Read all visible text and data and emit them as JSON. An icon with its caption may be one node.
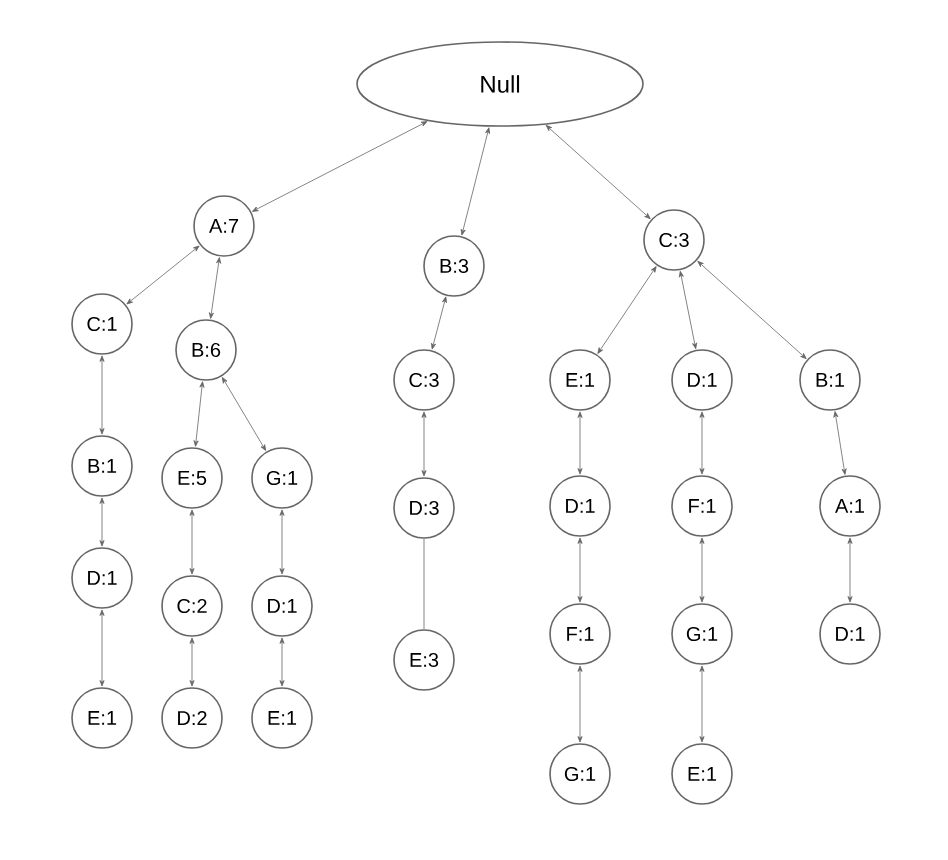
{
  "diagram": {
    "nodes": [
      {
        "text": [
          "Null"
        ]
      },
      {
        "text": [
          "A:7"
        ]
      },
      {
        "text": [
          "C:1"
        ]
      },
      {
        "text": [
          "B:1"
        ]
      },
      {
        "text": [
          "D:1"
        ]
      },
      {
        "text": [
          "E:1"
        ]
      },
      {
        "text": [
          "B:6"
        ]
      },
      {
        "text": [
          "E:5"
        ]
      },
      {
        "text": [
          "C:2"
        ]
      },
      {
        "text": [
          "D:2"
        ]
      },
      {
        "text": [
          "G:1"
        ]
      },
      {
        "text": [
          "D:1"
        ]
      },
      {
        "text": [
          "E:1"
        ]
      },
      {
        "text": [
          "B:3"
        ]
      },
      {
        "text": [
          "C:3"
        ]
      },
      {
        "text": [
          "D:3"
        ]
      },
      {
        "text": [
          "E:3"
        ]
      },
      {
        "text": [
          "C:3"
        ]
      },
      {
        "text": [
          "E:1"
        ]
      },
      {
        "text": [
          "D:1"
        ]
      },
      {
        "text": [
          "F:1"
        ]
      },
      {
        "text": [
          "G:1"
        ]
      },
      {
        "text": [
          "D:1"
        ]
      },
      {
        "text": [
          "F:1"
        ]
      },
      {
        "text": [
          "G:1"
        ]
      },
      {
        "text": [
          "E:1"
        ]
      },
      {
        "text": [
          "B:1"
        ]
      },
      {
        "text": [
          "A:1"
        ]
      },
      {
        "text": [
          "D:1"
        ]
      }
    ],
    "edges": [
      {
        "from": 0,
        "to": 1,
        "arrow": "both"
      },
      {
        "from": 1,
        "to": 2,
        "arrow": "both"
      },
      {
        "from": 2,
        "to": 3,
        "arrow": "both"
      },
      {
        "from": 3,
        "to": 4,
        "arrow": "both"
      },
      {
        "from": 4,
        "to": 5,
        "arrow": "both"
      },
      {
        "from": 1,
        "to": 6,
        "arrow": "both"
      },
      {
        "from": 6,
        "to": 7,
        "arrow": "both"
      },
      {
        "from": 7,
        "to": 8,
        "arrow": "both"
      },
      {
        "from": 8,
        "to": 9,
        "arrow": "both"
      },
      {
        "from": 6,
        "to": 10,
        "arrow": "both"
      },
      {
        "from": 10,
        "to": 11,
        "arrow": "both"
      },
      {
        "from": 11,
        "to": 12,
        "arrow": "both"
      },
      {
        "from": 0,
        "to": 13,
        "arrow": "both"
      },
      {
        "from": 13,
        "to": 14,
        "arrow": "both"
      },
      {
        "from": 14,
        "to": 15,
        "arrow": "both"
      },
      {
        "from": 15,
        "to": 16,
        "arrow": "none"
      },
      {
        "from": 0,
        "to": 17,
        "arrow": "both"
      },
      {
        "from": 17,
        "to": 18,
        "arrow": "both"
      },
      {
        "from": 18,
        "to": 19,
        "arrow": "both"
      },
      {
        "from": 19,
        "to": 20,
        "arrow": "both"
      },
      {
        "from": 20,
        "to": 21,
        "arrow": "both"
      },
      {
        "from": 17,
        "to": 22,
        "arrow": "both"
      },
      {
        "from": 22,
        "to": 23,
        "arrow": "both"
      },
      {
        "from": 23,
        "to": 24,
        "arrow": "both"
      },
      {
        "from": 24,
        "to": 25,
        "arrow": "both"
      },
      {
        "from": 17,
        "to": 26,
        "arrow": "both"
      },
      {
        "from": 26,
        "to": 27,
        "arrow": "both"
      },
      {
        "from": 27,
        "to": 28,
        "arrow": "both"
      }
    ]
  }
}
